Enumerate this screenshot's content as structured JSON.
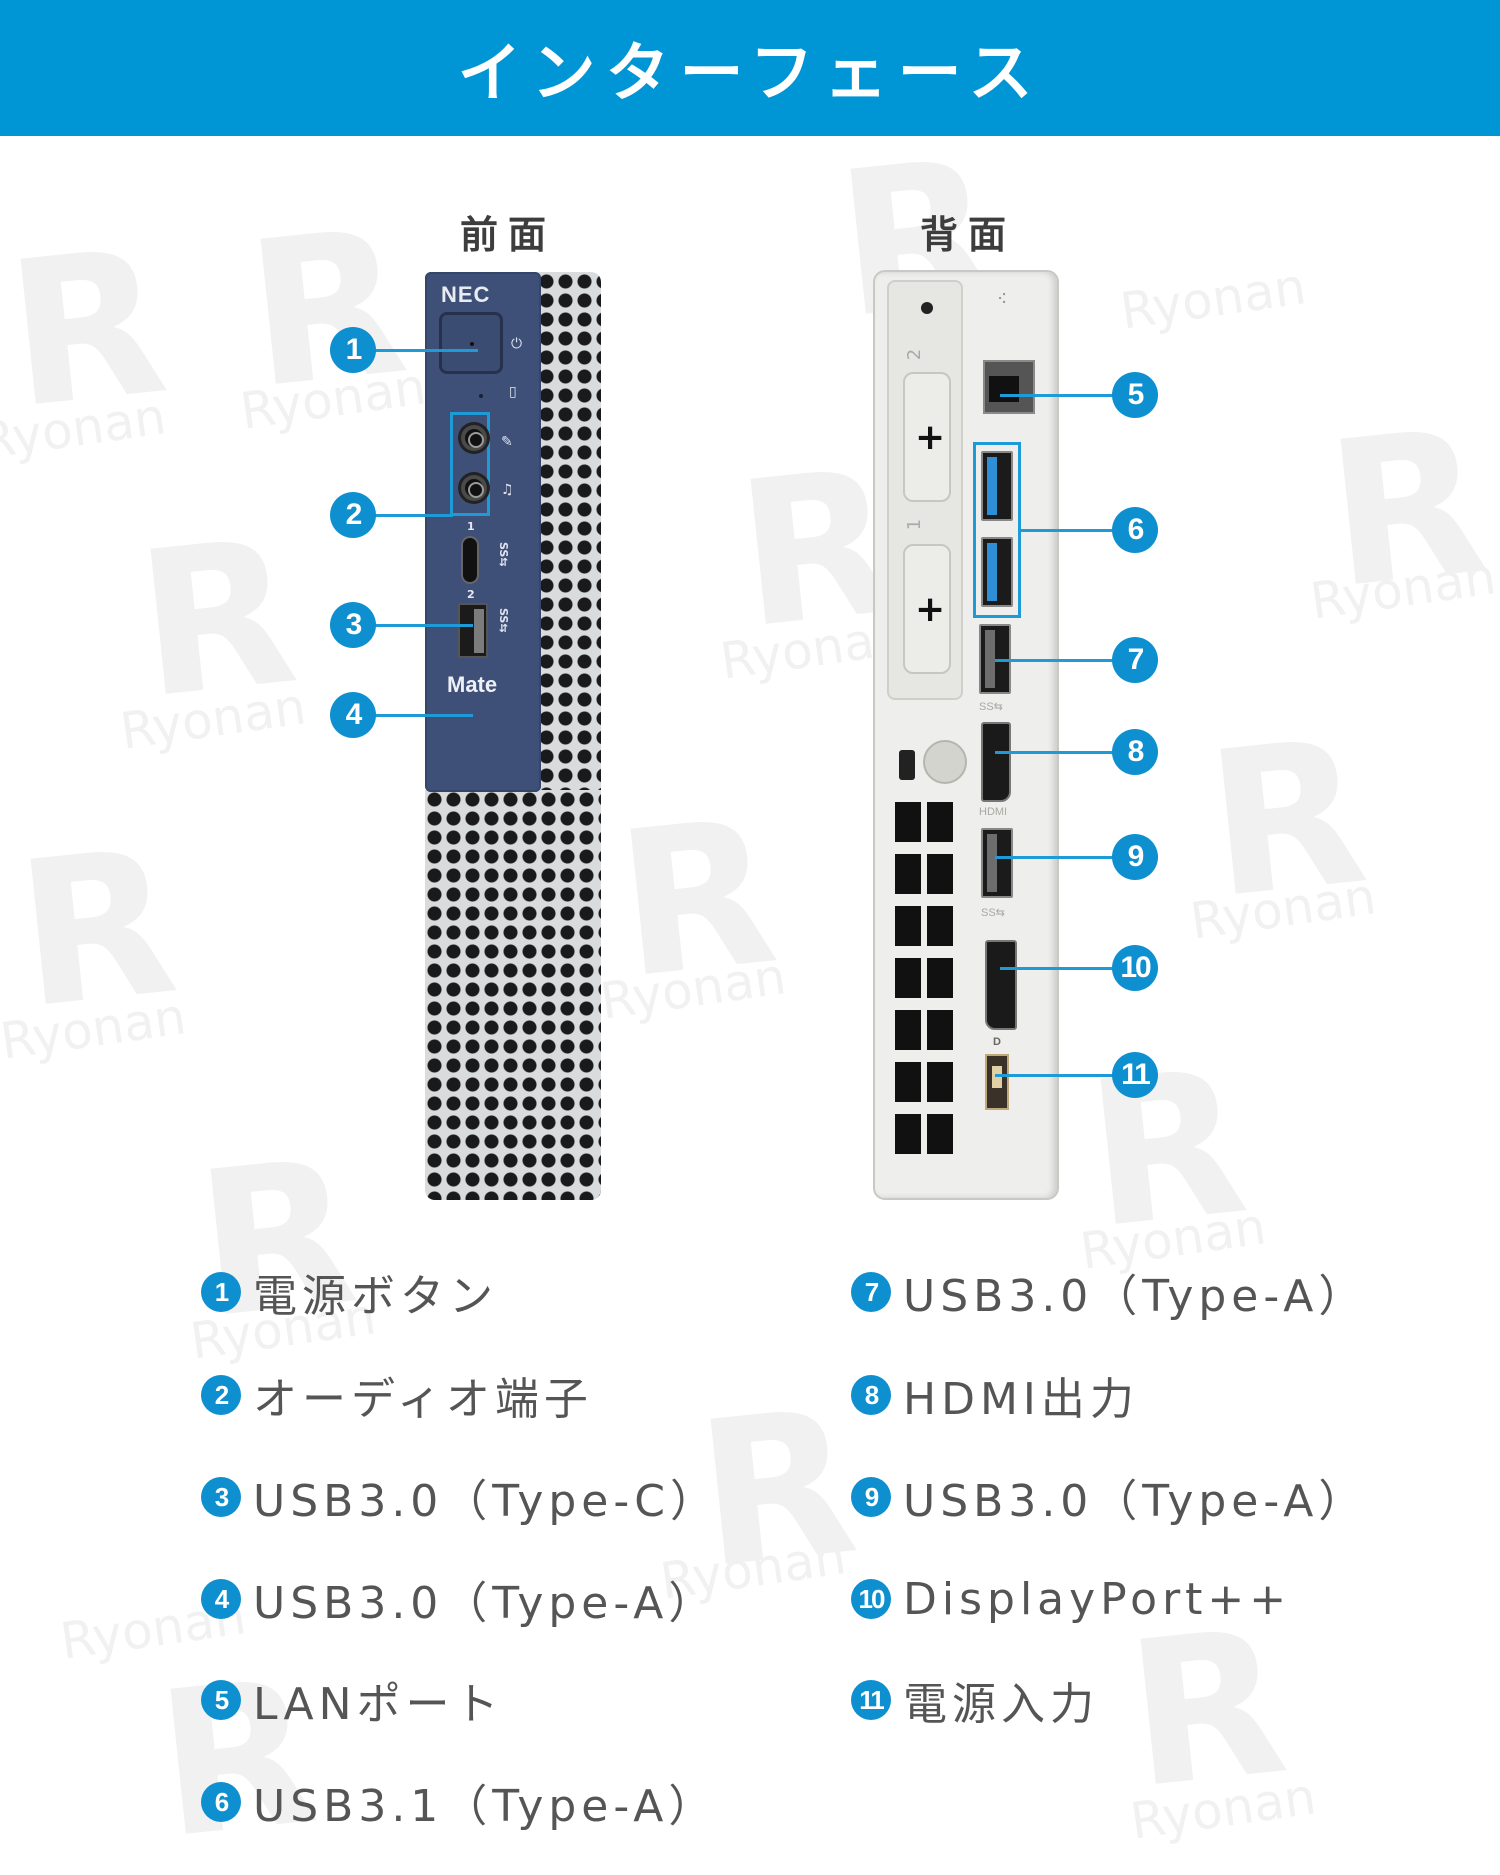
{
  "header": {
    "title": "インターフェース"
  },
  "colors": {
    "accent": "#0096d6",
    "callout": "#0e8fd0",
    "text": "#555555",
    "front_panel": "#3e5078"
  },
  "watermark": {
    "text": "Ryonan",
    "letter": "R"
  },
  "front": {
    "label": "前面",
    "brand": "NEC",
    "model": "Mate",
    "port_numbers": [
      "1",
      "2"
    ],
    "ss_mark": "SS⇆",
    "callouts": [
      "1",
      "2",
      "3",
      "4"
    ]
  },
  "back": {
    "label": "背面",
    "slot_numbers": [
      "2",
      "1"
    ],
    "hdmi_text": "HDMI",
    "dp_text": "D",
    "ss_mark": "SS⇆",
    "callouts": [
      "5",
      "6",
      "7",
      "8",
      "9",
      "10",
      "11"
    ]
  },
  "legend": [
    {
      "num": "1",
      "label": "電源ボタン"
    },
    {
      "num": "2",
      "label": "オーディオ端子"
    },
    {
      "num": "3",
      "label": "USB3.0（Type-C）"
    },
    {
      "num": "4",
      "label": "USB3.0（Type-A）"
    },
    {
      "num": "5",
      "label": "LANポート"
    },
    {
      "num": "6",
      "label": "USB3.1（Type-A）"
    },
    {
      "num": "7",
      "label": "USB3.0（Type-A）"
    },
    {
      "num": "8",
      "label": "HDMI出力"
    },
    {
      "num": "9",
      "label": "USB3.0（Type-A）"
    },
    {
      "num": "10",
      "label": "DisplayPort++"
    },
    {
      "num": "11",
      "label": "電源入力"
    }
  ]
}
